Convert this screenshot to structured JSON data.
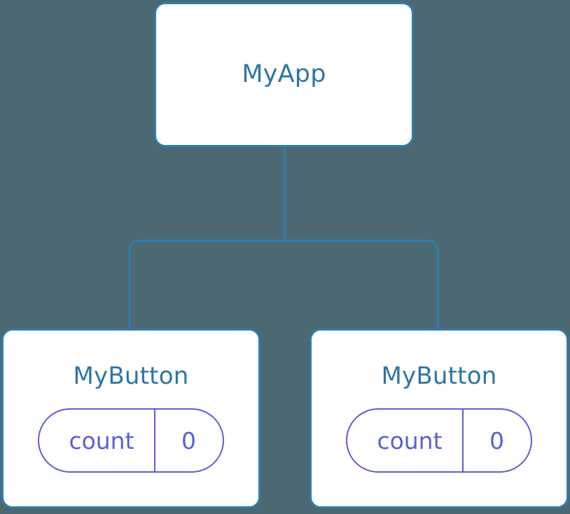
{
  "canvas": {
    "background_color": "#4C6873",
    "node_border_color": "#2D7EAC",
    "node_background_color": "#FFFFFF",
    "node_title_color": "#2E75A3",
    "state_pill_color": "#5B5FD4",
    "connector_color": "#2D7EAC"
  },
  "tree": {
    "root": {
      "title": "MyApp"
    },
    "children": [
      {
        "title": "MyButton",
        "state": {
          "key": "count",
          "value": "0"
        }
      },
      {
        "title": "MyButton",
        "state": {
          "key": "count",
          "value": "0"
        }
      }
    ]
  }
}
